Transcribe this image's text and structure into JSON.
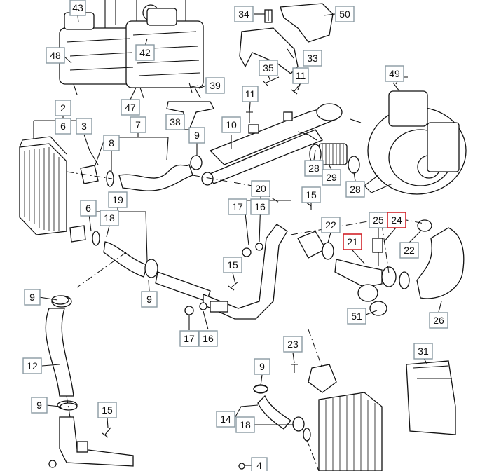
{
  "diagram": {
    "accent_color": "#d2232a",
    "box_border_color": "#8a9aa3",
    "labels": [
      {
        "text": "43",
        "highlight": false
      },
      {
        "text": "34",
        "highlight": false
      },
      {
        "text": "50",
        "highlight": false
      },
      {
        "text": "48",
        "highlight": false
      },
      {
        "text": "42",
        "highlight": false
      },
      {
        "text": "33",
        "highlight": false
      },
      {
        "text": "35",
        "highlight": false
      },
      {
        "text": "11",
        "highlight": false
      },
      {
        "text": "49",
        "highlight": false
      },
      {
        "text": "39",
        "highlight": false
      },
      {
        "text": "47",
        "highlight": false
      },
      {
        "text": "11",
        "highlight": false
      },
      {
        "text": "2",
        "highlight": false
      },
      {
        "text": "6",
        "highlight": false
      },
      {
        "text": "3",
        "highlight": false
      },
      {
        "text": "7",
        "highlight": false
      },
      {
        "text": "38",
        "highlight": false
      },
      {
        "text": "10",
        "highlight": false
      },
      {
        "text": "9",
        "highlight": false
      },
      {
        "text": "8",
        "highlight": false
      },
      {
        "text": "28",
        "highlight": false
      },
      {
        "text": "29",
        "highlight": false
      },
      {
        "text": "28",
        "highlight": false
      },
      {
        "text": "20",
        "highlight": false
      },
      {
        "text": "15",
        "highlight": false
      },
      {
        "text": "17",
        "highlight": false
      },
      {
        "text": "16",
        "highlight": false
      },
      {
        "text": "6",
        "highlight": false
      },
      {
        "text": "19",
        "highlight": false
      },
      {
        "text": "18",
        "highlight": false
      },
      {
        "text": "22",
        "highlight": false
      },
      {
        "text": "25",
        "highlight": false
      },
      {
        "text": "24",
        "highlight": true
      },
      {
        "text": "21",
        "highlight": true
      },
      {
        "text": "22",
        "highlight": false
      },
      {
        "text": "15",
        "highlight": false
      },
      {
        "text": "9",
        "highlight": false
      },
      {
        "text": "9",
        "highlight": false
      },
      {
        "text": "51",
        "highlight": false
      },
      {
        "text": "26",
        "highlight": false
      },
      {
        "text": "17",
        "highlight": false
      },
      {
        "text": "16",
        "highlight": false
      },
      {
        "text": "23",
        "highlight": false
      },
      {
        "text": "31",
        "highlight": false
      },
      {
        "text": "12",
        "highlight": false
      },
      {
        "text": "9",
        "highlight": false
      },
      {
        "text": "9",
        "highlight": false
      },
      {
        "text": "15",
        "highlight": false
      },
      {
        "text": "14",
        "highlight": false
      },
      {
        "text": "18",
        "highlight": false
      },
      {
        "text": "4",
        "highlight": false
      }
    ]
  }
}
